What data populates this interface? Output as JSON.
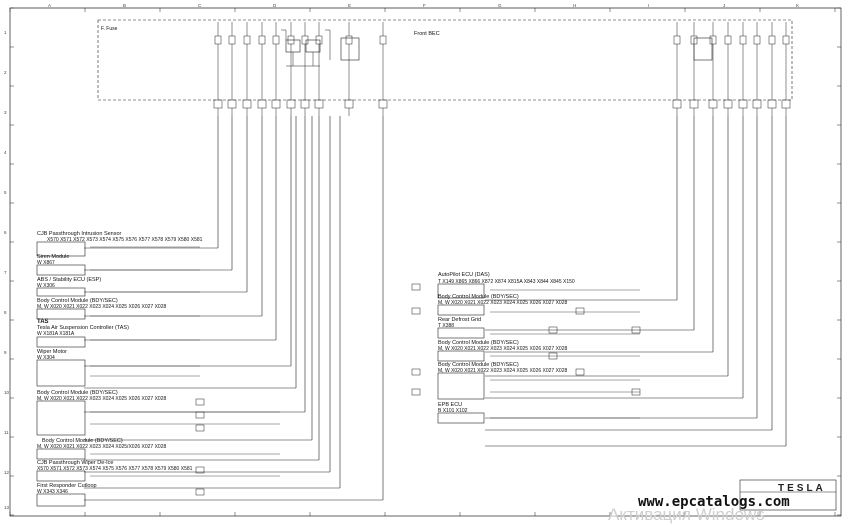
{
  "header": {
    "front_bec": "Front BEC",
    "fuse_tag": "F. Fuse"
  },
  "grid": {
    "cols": [
      "A",
      "B",
      "C",
      "D",
      "E",
      "F",
      "G",
      "H",
      "I",
      "J",
      "K"
    ],
    "rows": [
      "1",
      "2",
      "3",
      "4",
      "5",
      "6",
      "7",
      "8",
      "9",
      "10",
      "11",
      "12",
      "13"
    ]
  },
  "left_blocks": [
    {
      "title": "CJB Passthrough Intrusion Sensor",
      "conn": "X570  X571  X572  X573  X574  X575  X576  X577  X578  X579  X580  X581"
    },
    {
      "title": "Siren Module",
      "conn": "W          X867"
    },
    {
      "title": "ABS / Stability ECU (ESP)",
      "conn": "W          X306"
    },
    {
      "title": "Body Control Module (BDY/SEC)",
      "conn": "M, W    X020   X021   X022   X023   X024   X025   X026   X027   X028"
    },
    {
      "title": "Tesla Air Suspension Controller (TAS)",
      "conn": "W          X181A  X181A"
    },
    {
      "title": "Wiper Motor",
      "conn": "W          X304"
    },
    {
      "title": "Body Control Module (BDY/SEC)",
      "conn": "M, W    X020   X021   X022   X023   X024   X025   X026   X027   X028"
    },
    {
      "title": "Body Control Module (BDY/SEC)",
      "conn": "M, W    X020   X021   X022   X023   X024   X025/X026   X027   X028"
    },
    {
      "title": "CJB Passthrough Wiper De-Ice",
      "conn": "X570  X571  X572  X573  X574  X575  X576  X577  X578  X579  X580  X581"
    },
    {
      "title": "First Responder Cutloop",
      "conn": "W          X343   X346"
    }
  ],
  "tas_badge": "TAS",
  "right_blocks": [
    {
      "title": "AutoPilot ECU (DAS)",
      "conn": "T          X149   X865      X866   X872   X874   X815A  X843   X844   X845   X150"
    },
    {
      "title": "Body Control Module (BDY/SEC)",
      "conn": "M, W    X020   X021   X022   X023   X024   X025   X026   X027   X028"
    },
    {
      "title": "Rear Defrost Grid",
      "conn": "T          X388"
    },
    {
      "title": "Body Control Module (BDY/SEC)",
      "conn": "M, W    X020   X021   X022   X023   X024   X025   X026   X027   X028"
    },
    {
      "title": "Body Control Module (BDY/SEC)",
      "conn": "M, W    X020   X021   X022   X023   X024   X025   X026   X027   X028"
    },
    {
      "title": "EPB ECU",
      "conn": "B          X101   X102"
    }
  ],
  "footer": {
    "website": "www.epcatalogs.com",
    "watermark": "Активация Windows",
    "brand": "TESLA"
  },
  "colors": {
    "line": "#222222",
    "border": "#555555"
  }
}
